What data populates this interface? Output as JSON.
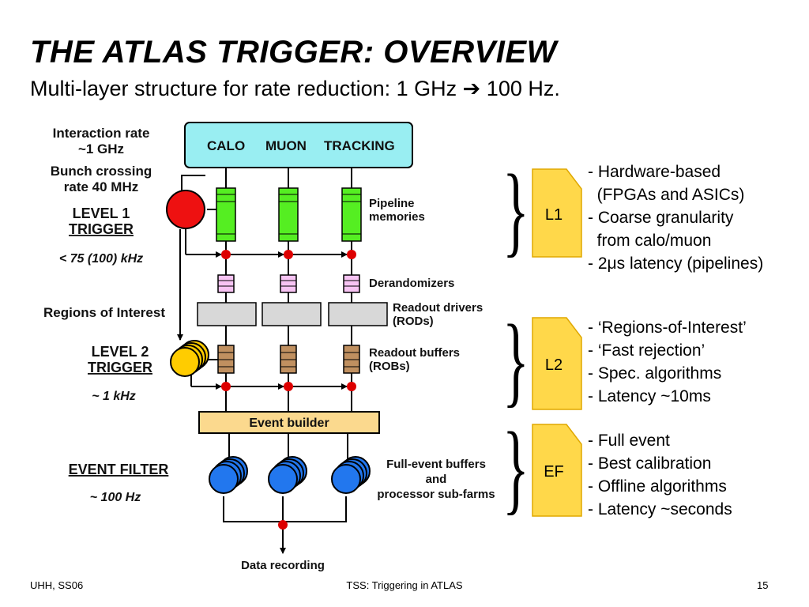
{
  "slide": {
    "title": "THE ATLAS TRIGGER: OVERVIEW",
    "subtitle": "Multi-layer structure for rate reduction: 1 GHz ➔ 100 Hz."
  },
  "diagram": {
    "detector": [
      "CALO",
      "MUON",
      "TRACKING"
    ],
    "left_labels": {
      "interaction": [
        "Interaction rate",
        "~1 GHz"
      ],
      "bunch": [
        "Bunch crossing",
        "rate 40 MHz"
      ],
      "level1": [
        "LEVEL 1",
        "TRIGGER"
      ],
      "level1_rate": "< 75 (100) kHz",
      "roi": "Regions of Interest",
      "level2": [
        "LEVEL 2",
        "TRIGGER"
      ],
      "level2_rate": "~ 1 kHz",
      "event_filter": "EVENT FILTER",
      "ef_rate": "~ 100 Hz"
    },
    "right_labels": {
      "pipeline": [
        "Pipeline",
        "memories"
      ],
      "derandomizers": "Derandomizers",
      "rods": [
        "Readout drivers",
        "(RODs)"
      ],
      "robs": [
        "Readout buffers",
        "(ROBs)"
      ],
      "farms": [
        "Full-event buffers",
        "and",
        "processor sub-farms"
      ]
    },
    "event_builder": "Event builder",
    "data_recording": "Data recording"
  },
  "levels": [
    {
      "tag": "L1",
      "notes": [
        "- Hardware-based",
        "  (FPGAs and ASICs)",
        "- Coarse granularity",
        "  from calo/muon",
        "- 2μs latency (pipelines)"
      ]
    },
    {
      "tag": "L2",
      "notes": [
        "- ‘Regions-of-Interest’",
        "- ‘Fast rejection’",
        "- Spec. algorithms",
        "- Latency ~10ms"
      ]
    },
    {
      "tag": "EF",
      "notes": [
        "- Full event",
        "- Best calibration",
        "- Offline algorithms",
        "- Latency ~seconds"
      ]
    }
  ],
  "footer": {
    "left": "UHH, SS06",
    "center": "TSS: Triggering in ATLAS",
    "page": "15"
  },
  "colors": {
    "detector_box": "#99eef2",
    "pipeline": "#55ee22",
    "derandomizer": "#f7c3f3",
    "rod": "#d8d8d8",
    "rob": "#c09060",
    "event_builder": "#fbd98e",
    "level1_trigger": "#ee1111",
    "level2_trigger": "#ffcc00",
    "farm": "#2277ee",
    "junction": "#dd0000",
    "tag_fill": "#ffd84a"
  }
}
